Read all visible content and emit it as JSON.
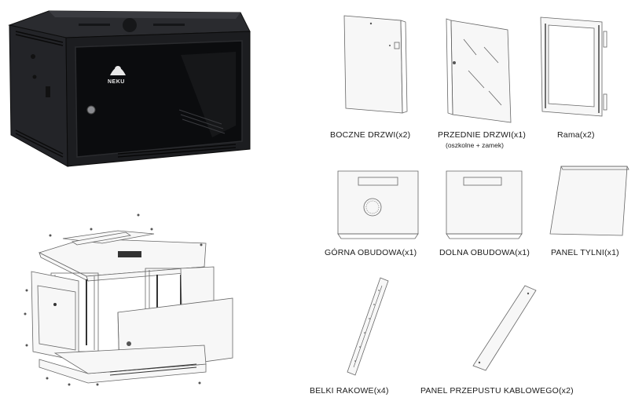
{
  "product": {
    "logo_text": "NEKU"
  },
  "parts": [
    {
      "id": "side-doors",
      "label": "BOCZNE DRZWI(x2)"
    },
    {
      "id": "front-door",
      "label": "PRZEDNIE DRZWI(x1)",
      "sublabel": "(oszkolne + zamek)"
    },
    {
      "id": "frame",
      "label": "Rama(x2)"
    },
    {
      "id": "top-cover",
      "label": "GÓRNA OBUDOWA(x1)"
    },
    {
      "id": "bottom-cover",
      "label": "DOLNA OBUDOWA(x1)"
    },
    {
      "id": "back-panel",
      "label": "PANEL TYLNI(x1)"
    },
    {
      "id": "rack-rails",
      "label": "BELKI RAKOWE(x4)"
    },
    {
      "id": "cable-panel",
      "label": "PANEL PRZEPUSTU KABLOWEGO(x2)"
    }
  ],
  "colors": {
    "cabinet_body": "#1c1d20",
    "cabinet_glass": "#0b0c0e",
    "line_art": "#666666"
  }
}
